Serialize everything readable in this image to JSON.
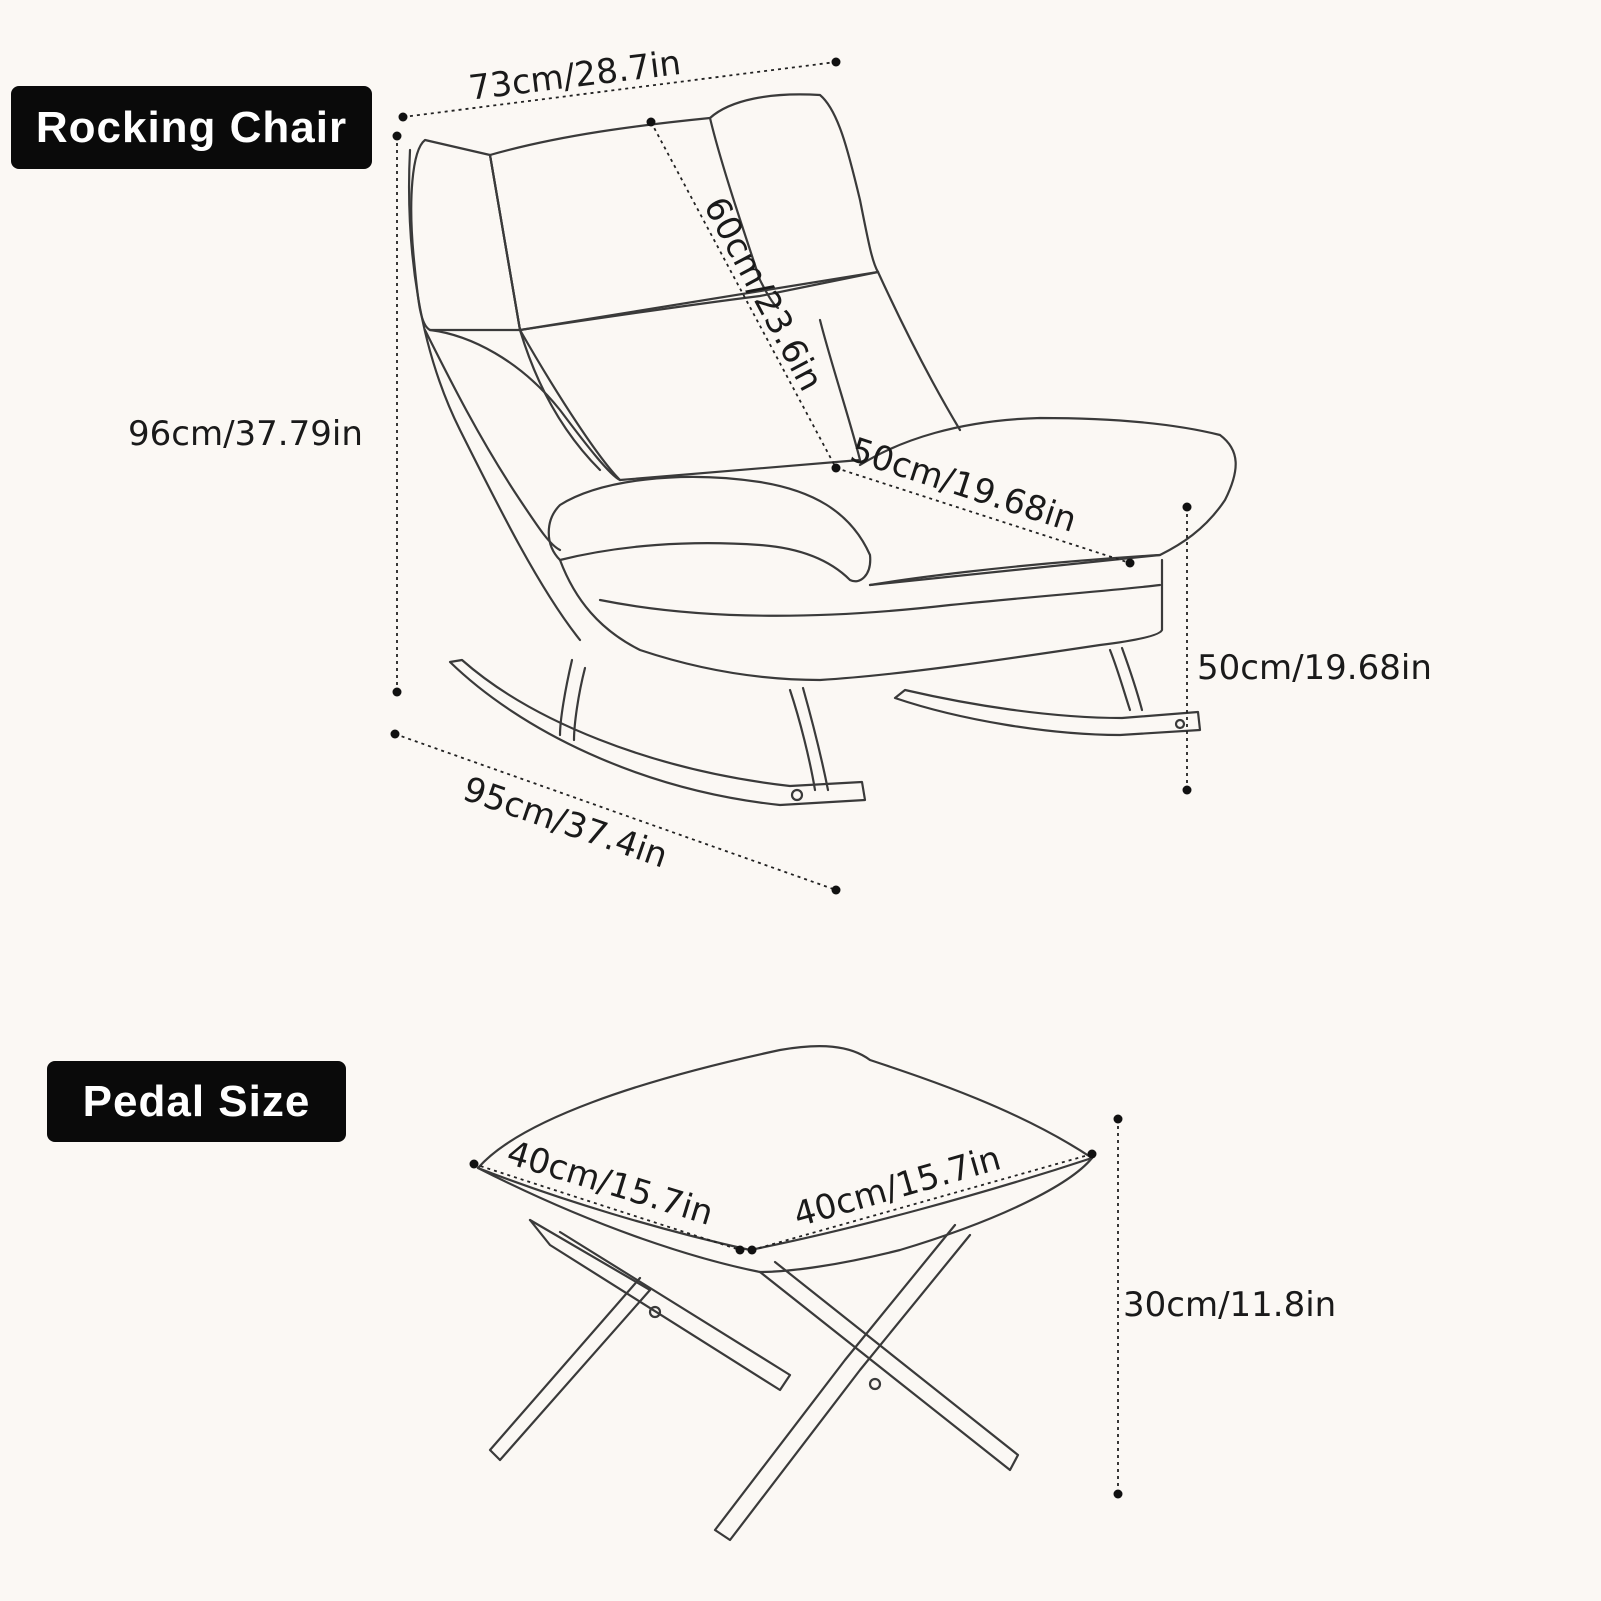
{
  "labels": {
    "rocking_chair": "Rocking Chair",
    "pedal_size": "Pedal Size"
  },
  "chair_dimensions": {
    "width": "73cm/28.7in",
    "height": "96cm/37.79in",
    "back": "60cm/23.6in",
    "seat_depth": "50cm/19.68in",
    "seat_height": "50cm/19.68in",
    "length": "95cm/37.4in"
  },
  "pedal_dimensions": {
    "width_left": "40cm/15.7in",
    "width_right": "40cm/15.7in",
    "height": "30cm/11.8in"
  },
  "colors": {
    "background": "#fbf8f4",
    "badge": "#0a0a0a",
    "badge_text": "#ffffff",
    "line_art": "#333333"
  }
}
